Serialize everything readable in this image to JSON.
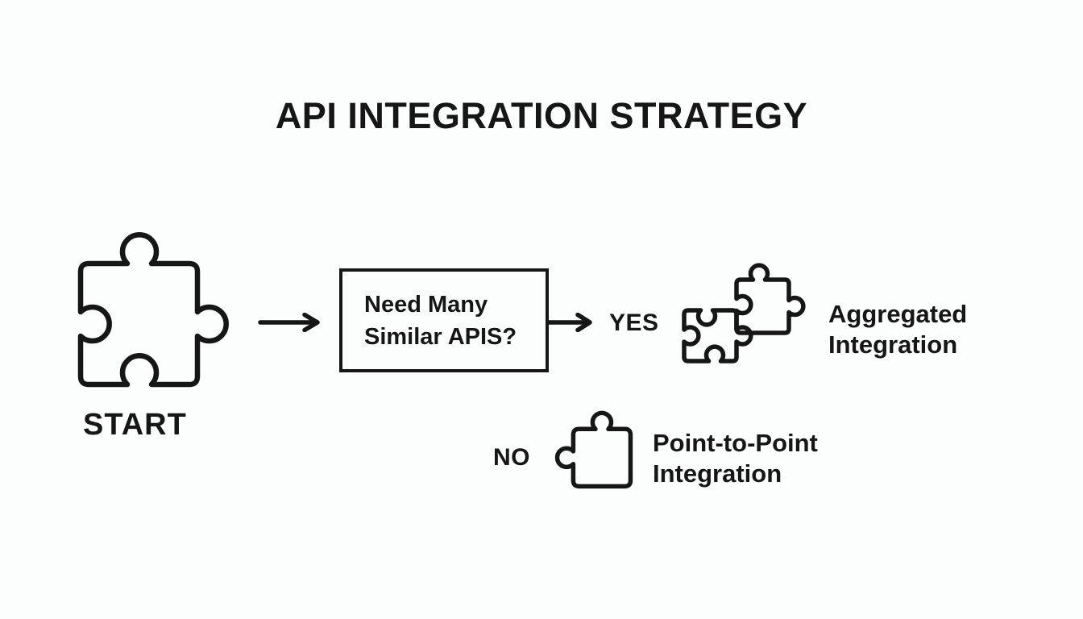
{
  "title": "API INTEGRATION STRATEGY",
  "colors": {
    "ink": "#161616",
    "background": "#fcfdfd"
  },
  "icons": {
    "start": "puzzle-piece-icon",
    "aggregated": "interlocked-puzzle-pieces-icon",
    "point_to_point": "puzzle-piece-icon"
  },
  "flowchart": {
    "start": {
      "label": "START"
    },
    "decision": {
      "question_line1": "Need Many",
      "question_line2": "Similar APIS?"
    },
    "branches": {
      "yes": {
        "label": "YES",
        "result_line1": "Aggregated",
        "result_line2": "Integration"
      },
      "no": {
        "label": "NO",
        "result_line1": "Point-to-Point",
        "result_line2": "Integration"
      }
    }
  }
}
